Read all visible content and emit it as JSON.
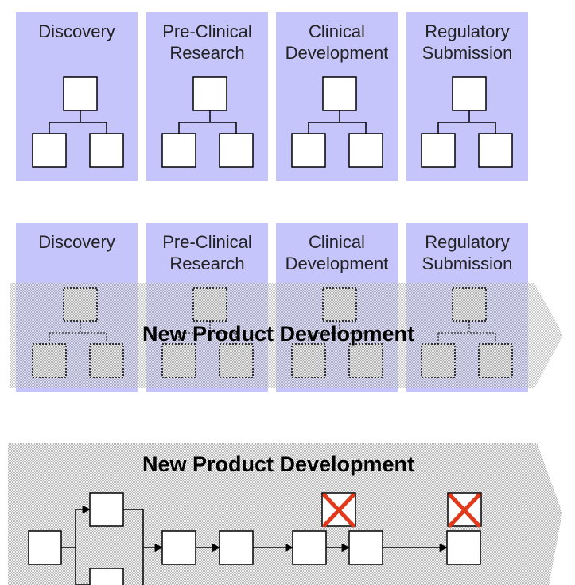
{
  "colors": {
    "phase_fill": "#c5c5fb",
    "box_stroke": "#000000",
    "box_fill": "#ffffff",
    "arrow_fill": "#bdbdbd",
    "cross": "#e0391b"
  },
  "phases": [
    {
      "label": "Discovery"
    },
    {
      "label": "Pre-Clinical\nResearch"
    },
    {
      "label": "Clinical\nDevelopment"
    },
    {
      "label": "Regulatory\nSubmission"
    }
  ],
  "middle_banner": "New Product Development",
  "bottom_banner": "New Product Development"
}
